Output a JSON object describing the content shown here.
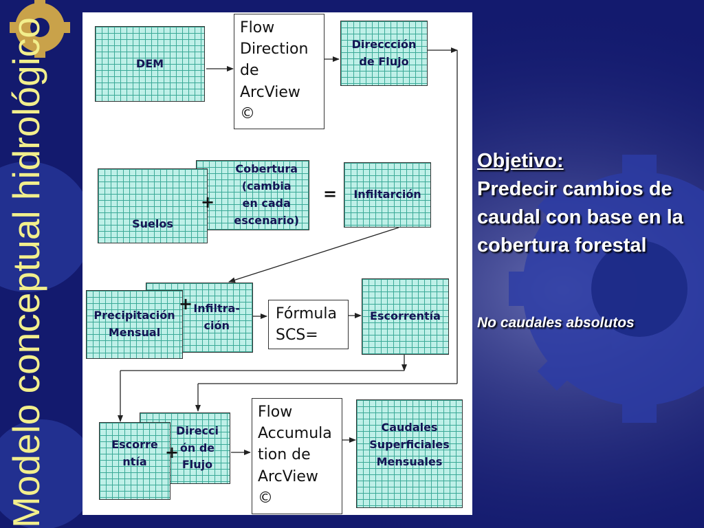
{
  "slide_title": "Modelo conceptual hidrológico",
  "objective": {
    "heading": "Objetivo:",
    "text": "Predecir cambios de caudal con base en la cobertura forestal",
    "note": "No caudales absolutos"
  },
  "nodes": {
    "dem": "DEM",
    "flow_direction_tool": [
      "Flow",
      "Direction",
      "de",
      "ArcView",
      "©"
    ],
    "direccion_flujo": [
      "Direccción",
      "de Flujo"
    ],
    "suelos": "Suelos",
    "cobertura": [
      "Cobertura",
      "(cambia",
      "en cada",
      "escenario)"
    ],
    "infiltracion_result": "Infiltarción",
    "precipitacion": [
      "Precipitación",
      "Mensual"
    ],
    "infiltracion_input": [
      "Infiltra-",
      "ción"
    ],
    "formula": [
      "Fórmula",
      "SCS="
    ],
    "escorrentia_result": "Escorrentía",
    "escorrentia_input": [
      "Escorre",
      "ntía"
    ],
    "direccion_flujo_input": [
      "Direcci",
      "ón de",
      "Flujo"
    ],
    "flow_accumulation_tool": [
      "Flow",
      "Accumula",
      "tion de",
      "ArcView",
      "©"
    ],
    "caudales": [
      "Caudales",
      "Superficiales",
      "Mensuales"
    ]
  },
  "operators": {
    "plus_suelos": "+",
    "equals": "=",
    "plus_precip": "+",
    "plus_escorrentia": "+"
  },
  "colors": {
    "background": "#131a6e",
    "title": "#f2ef8c",
    "box_fill": "#bff0e8",
    "box_grid": "#3aa997",
    "box_text": "#141454"
  }
}
